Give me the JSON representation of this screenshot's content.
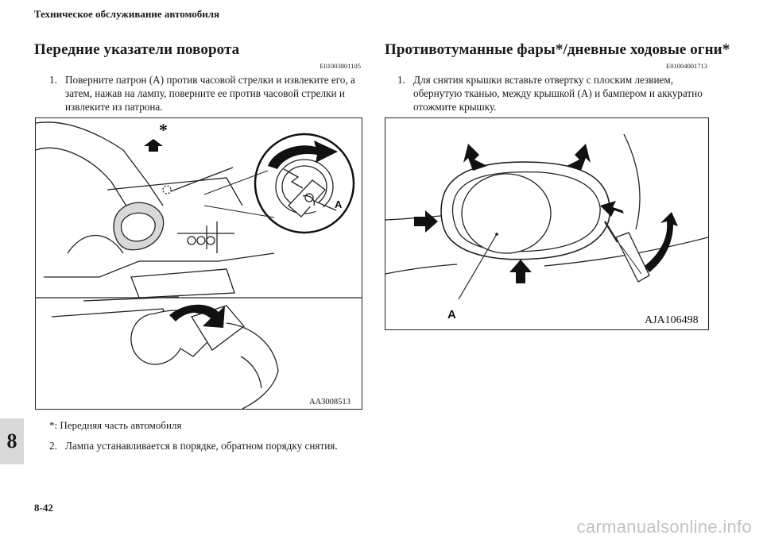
{
  "header": {
    "running_title": "Техническое обслуживание автомобиля"
  },
  "left": {
    "title": "Передние указатели поворота",
    "code": "E01003801105",
    "step1_num": "1.",
    "step1_text": "Поверните патрон (A) против часовой стрелки и извлеките его, а затем, нажав на лампу, поверните ее против часовой стрелки и извлеките из патрона.",
    "figure": {
      "asterisk": "*",
      "callout": "A",
      "code": "AA3008513"
    },
    "note": "*:  Передняя часть автомобиля",
    "step2_num": "2.",
    "step2_text": "Лампа устанавливается в порядке, обратном порядку снятия."
  },
  "right": {
    "title": "Противотуманные фары*/дневные ходовые огни*",
    "code": "E01004001713",
    "step1_num": "1.",
    "step1_text": "Для снятия крышки вставьте отвертку с плоским лезвием, обернутую тканью, между крышкой (A) и бампером и аккуратно отожмите крышку.",
    "figure": {
      "callout": "A",
      "code": "AJA106498"
    }
  },
  "chapter_tab": "8",
  "page_number": "8-42",
  "watermark": "carmanualsonline.info"
}
